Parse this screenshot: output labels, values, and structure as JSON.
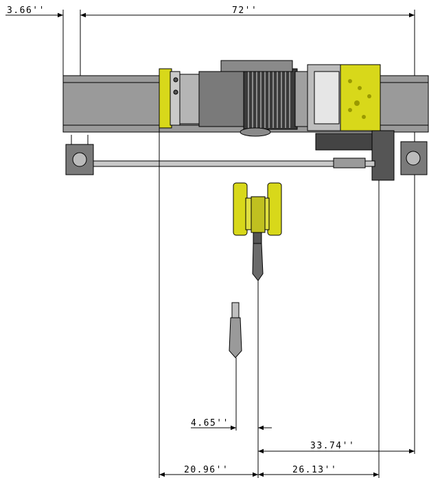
{
  "drawing": {
    "type": "hoist trolley technical drawing",
    "colors": {
      "accent_yellow": "#d8d81a",
      "body_grey": "#9a9a9a",
      "dark_grey": "#5a5a5a",
      "line": "#000000",
      "background": "#ffffff"
    },
    "dimensions": {
      "left_offset": "3.66''",
      "total_width": "72''",
      "hook_offset": "4.65''",
      "right_span": "33.74''",
      "left_bottom": "20.96''",
      "right_bottom": "26.13''"
    }
  }
}
